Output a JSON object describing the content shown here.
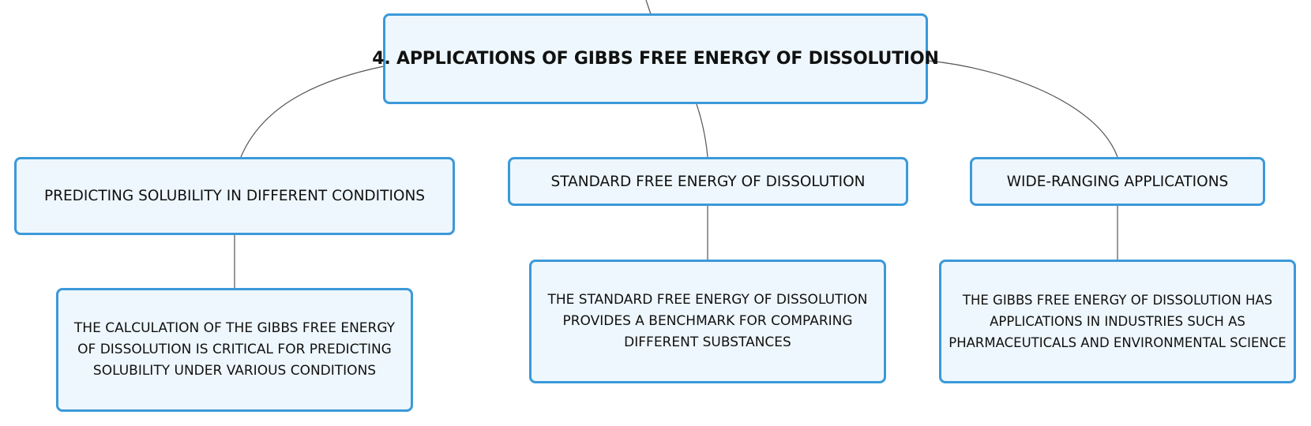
{
  "diagram": {
    "root": {
      "label": "4. APPLICATIONS OF GIBBS FREE ENERGY OF DISSOLUTION"
    },
    "branches": [
      {
        "label": "PREDICTING SOLUBILITY IN DIFFERENT CONDITIONS",
        "detail": "THE CALCULATION OF THE GIBBS FREE ENERGY OF DISSOLUTION IS CRITICAL FOR PREDICTING SOLUBILITY UNDER VARIOUS CONDITIONS"
      },
      {
        "label": "STANDARD FREE ENERGY OF DISSOLUTION",
        "detail": "THE STANDARD FREE ENERGY OF DISSOLUTION PROVIDES A BENCHMARK FOR COMPARING DIFFERENT SUBSTANCES"
      },
      {
        "label": "WIDE-RANGING APPLICATIONS",
        "detail": "THE GIBBS FREE ENERGY OF DISSOLUTION HAS APPLICATIONS IN INDUSTRIES SUCH AS PHARMACEUTICALS AND ENVIRONMENTAL SCIENCE"
      }
    ]
  },
  "colors": {
    "node_fill": "#eef7fd",
    "node_border": "#3b99d9",
    "connector": "#555555",
    "text": "#111111"
  }
}
